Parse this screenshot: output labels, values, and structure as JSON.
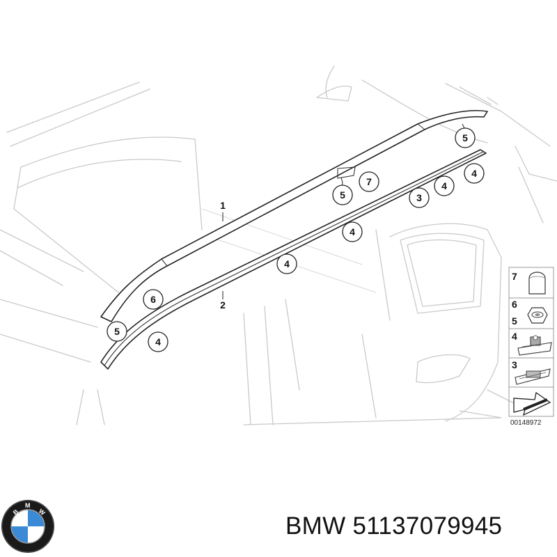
{
  "labels": [
    {
      "id": "label-1",
      "text": "1"
    },
    {
      "id": "label-2",
      "text": "2"
    }
  ],
  "callouts": [
    {
      "id": "c1",
      "text": "5"
    },
    {
      "id": "c2",
      "text": "7"
    },
    {
      "id": "c3",
      "text": "5"
    },
    {
      "id": "c4",
      "text": "4"
    },
    {
      "id": "c5",
      "text": "4"
    },
    {
      "id": "c6",
      "text": "3"
    },
    {
      "id": "c7",
      "text": "4"
    },
    {
      "id": "c8",
      "text": "4"
    },
    {
      "id": "c9",
      "text": "6"
    },
    {
      "id": "c10",
      "text": "5"
    },
    {
      "id": "c11",
      "text": "4"
    }
  ],
  "legend": {
    "items": [
      "7",
      "6",
      "5",
      "4",
      "3"
    ],
    "code": "00148972"
  },
  "brand": {
    "text": "BMW 51137079945",
    "logo_letters": "BMW",
    "logo_colors": {
      "blue": "#3a8ad6",
      "white": "#ffffff",
      "ring": "#1a1a1a"
    }
  }
}
